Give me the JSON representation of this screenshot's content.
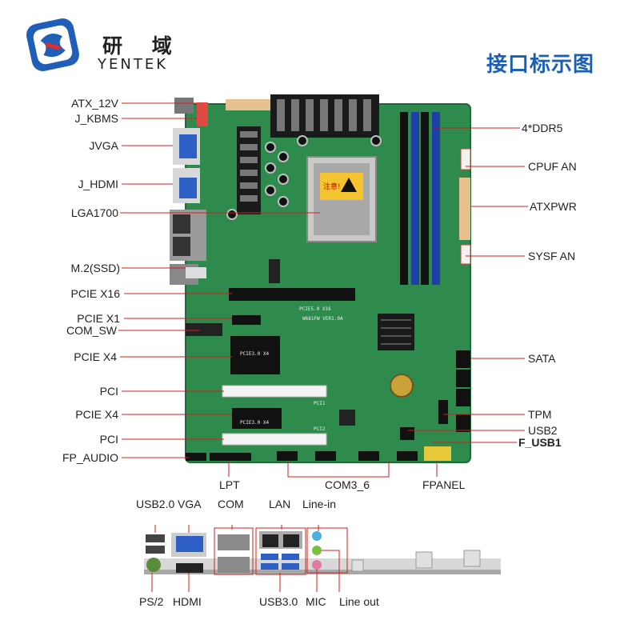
{
  "brand": {
    "cn": "研 域",
    "en": "YENTEK"
  },
  "title": "接口标示图",
  "board": {
    "silk_slot1": "PCIE5.0 X16",
    "silk_model": "W681FW VER1.0A",
    "silk_slot2": "PCIE3.0 X4",
    "silk_slot3": "PCIE3.0 X4",
    "silk_pci1": "PCI1",
    "silk_pci2": "PCI2",
    "cpu_label": "注意!"
  },
  "left_labels": [
    "ATX_12V",
    "J_KBMS",
    "JVGA",
    "J_HDMI",
    "LGA1700",
    "M.2(SSD)",
    "PCIE X16",
    "PCIE X1",
    "COM_SW",
    "PCIE X4",
    "PCI",
    "PCIE X4",
    "PCI",
    "FP_AUDIO"
  ],
  "right_labels": [
    "4*DDR5",
    "CPUF AN",
    "ATXPWR",
    "SYSF AN",
    "SATA",
    "TPM",
    "USB2",
    "F_USB1"
  ],
  "bottom_labels": [
    "LPT",
    "COM3_6",
    "FPANEL"
  ],
  "io_top_labels": [
    "USB2.0",
    "VGA",
    "COM",
    "LAN",
    "Line-in"
  ],
  "io_bottom_labels": [
    "PS/2",
    "HDMI",
    "USB3.0",
    "MIC",
    "Line out"
  ],
  "colors": {
    "pcb": "#2f8a4e",
    "title": "#1b5fb4",
    "dimm": "#1d3fa8",
    "leader": "#d02020"
  }
}
